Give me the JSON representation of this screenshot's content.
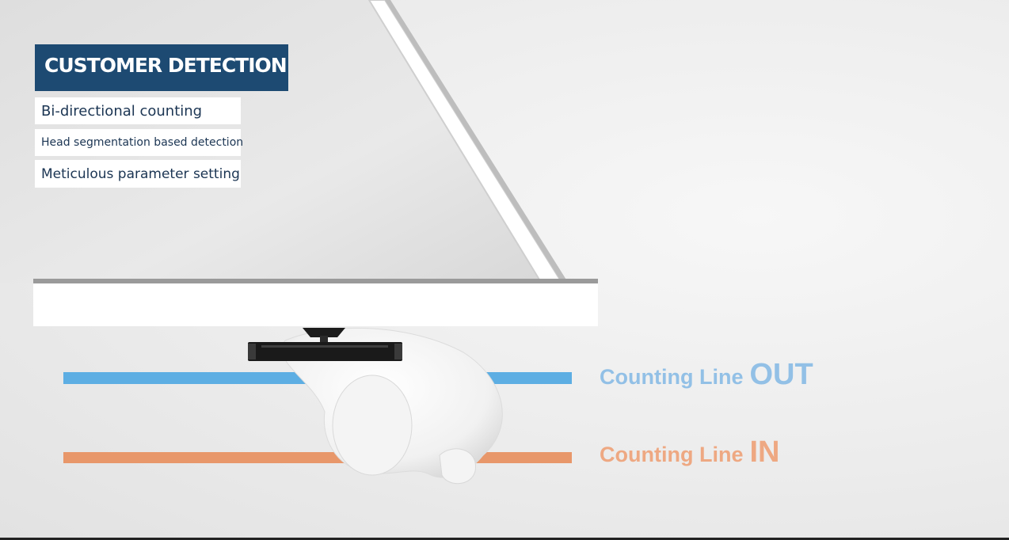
{
  "title": "CUSTOMER DETECTION",
  "features": [
    "Bi-directional counting",
    "Head segmentation based detection",
    "Meticulous parameter setting"
  ],
  "counting_lines": {
    "out": {
      "prefix": "Counting Line",
      "word": "OUT",
      "color": "#5daee3"
    },
    "in": {
      "prefix": "Counting Line",
      "word": "IN",
      "color": "#e8976a"
    }
  }
}
